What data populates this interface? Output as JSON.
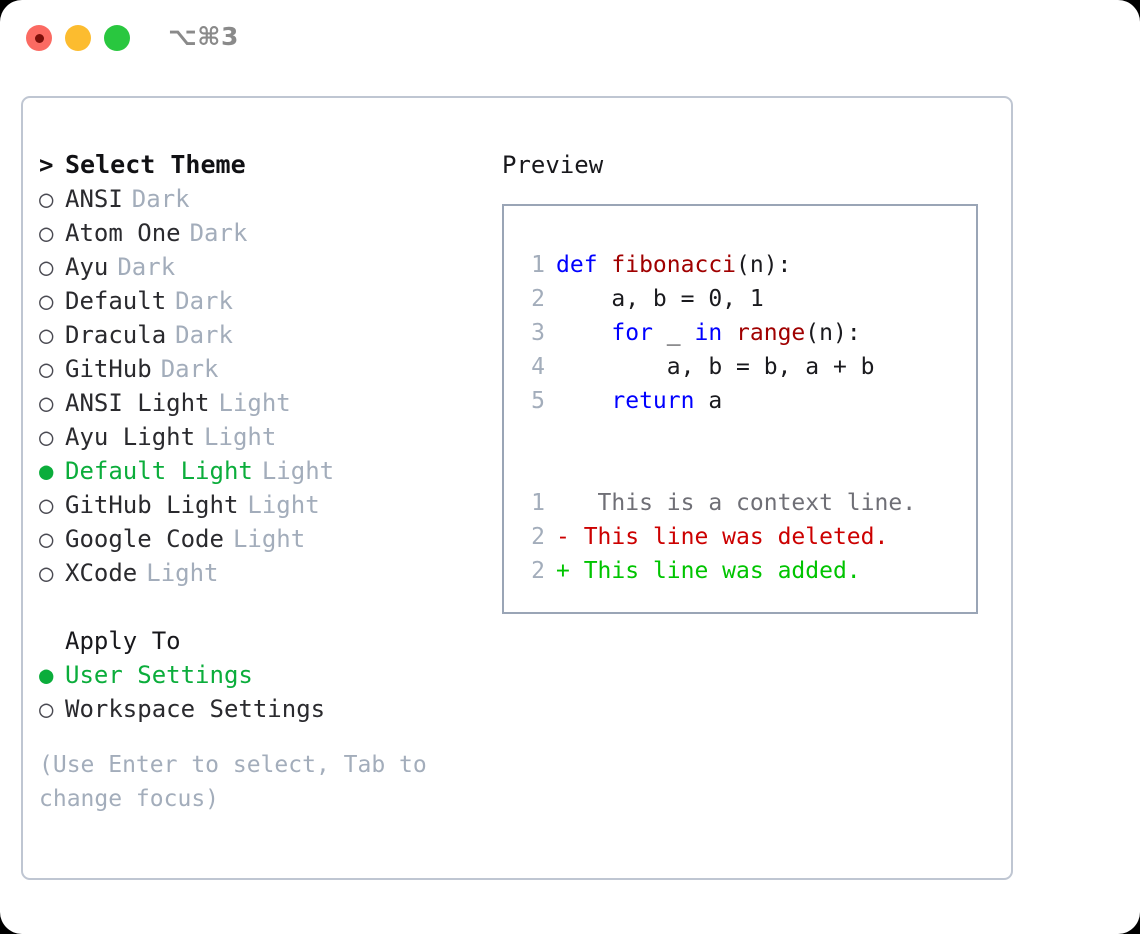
{
  "window": {
    "shortcut": "⌥⌘3",
    "traffic_lights": [
      {
        "name": "close",
        "color": "#fb6a62"
      },
      {
        "name": "minimize",
        "color": "#fcbc2f"
      },
      {
        "name": "maximize",
        "color": "#29c73f"
      }
    ]
  },
  "colors": {
    "accent_green": "#0bad3b",
    "muted": "#a3adbb",
    "keyword_blue": "#0000ff",
    "function_red": "#a00000",
    "diff_delete": "#cc0000",
    "diff_add": "#00c400",
    "panel_border": "#bfc6d2",
    "preview_border": "#9aa5b6"
  },
  "theme_list": {
    "header": "Select Theme",
    "header_marker": ">",
    "marker_selected": "●",
    "marker_unselected": "○",
    "items": [
      {
        "name": "ANSI",
        "variant": "Dark",
        "selected": false
      },
      {
        "name": "Atom One",
        "variant": "Dark",
        "selected": false
      },
      {
        "name": "Ayu",
        "variant": "Dark",
        "selected": false
      },
      {
        "name": "Default",
        "variant": "Dark",
        "selected": false
      },
      {
        "name": "Dracula",
        "variant": "Dark",
        "selected": false
      },
      {
        "name": "GitHub",
        "variant": "Dark",
        "selected": false
      },
      {
        "name": "ANSI Light",
        "variant": "Light",
        "selected": false
      },
      {
        "name": "Ayu Light",
        "variant": "Light",
        "selected": false
      },
      {
        "name": "Default Light",
        "variant": "Light",
        "selected": true
      },
      {
        "name": "GitHub Light",
        "variant": "Light",
        "selected": false
      },
      {
        "name": "Google Code",
        "variant": "Light",
        "selected": false
      },
      {
        "name": "XCode",
        "variant": "Light",
        "selected": false
      }
    ]
  },
  "apply_to": {
    "header": "Apply To",
    "items": [
      {
        "name": "User Settings",
        "selected": true
      },
      {
        "name": "Workspace Settings",
        "selected": false
      }
    ]
  },
  "hint": "(Use Enter to select, Tab to change focus)",
  "preview": {
    "title": "Preview",
    "code_lines": [
      {
        "no": "1",
        "tokens": [
          {
            "t": "def ",
            "c": "kw"
          },
          {
            "t": "fibonacci",
            "c": "fn"
          },
          {
            "t": "(n):",
            "c": "pl"
          }
        ]
      },
      {
        "no": "2",
        "tokens": [
          {
            "t": "    a, b = 0, 1",
            "c": "pl"
          }
        ]
      },
      {
        "no": "3",
        "tokens": [
          {
            "t": "    ",
            "c": "pl"
          },
          {
            "t": "for",
            "c": "kw"
          },
          {
            "t": " _ ",
            "c": "pl"
          },
          {
            "t": "in",
            "c": "kw"
          },
          {
            "t": " ",
            "c": "pl"
          },
          {
            "t": "range",
            "c": "fn"
          },
          {
            "t": "(n):",
            "c": "pl"
          }
        ]
      },
      {
        "no": "4",
        "tokens": [
          {
            "t": "        a, b = b, a + b",
            "c": "pl"
          }
        ]
      },
      {
        "no": "5",
        "tokens": [
          {
            "t": "    ",
            "c": "pl"
          },
          {
            "t": "return",
            "c": "kw"
          },
          {
            "t": " a",
            "c": "pl"
          }
        ]
      }
    ],
    "diff_lines": [
      {
        "no": "1",
        "sign": " ",
        "text": "  This is a context line.",
        "kind": "ctx"
      },
      {
        "no": "2",
        "sign": "-",
        "text": " This line was deleted.",
        "kind": "del"
      },
      {
        "no": "2",
        "sign": "+",
        "text": " This line was added.",
        "kind": "add"
      }
    ]
  }
}
